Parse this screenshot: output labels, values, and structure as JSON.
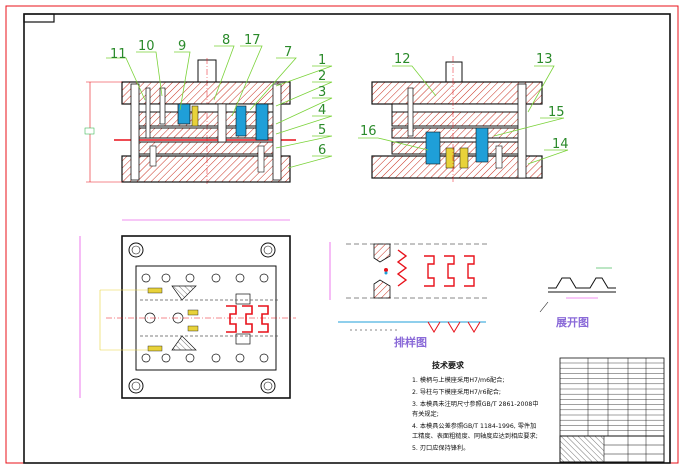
{
  "drawing": {
    "part_numbers": {
      "n1": "1",
      "n2": "2",
      "n3": "3",
      "n4": "4",
      "n5": "5",
      "n6": "6",
      "n7": "7",
      "n8": "8",
      "n9": "9",
      "n10": "10",
      "n11": "11",
      "n12": "12",
      "n13": "13",
      "n14": "14",
      "n15": "15",
      "n16": "16",
      "n17": "17"
    },
    "layout_title": "排样图",
    "unfold_title": "展开图",
    "tech_title": "技术要求",
    "tech_notes": [
      "1. 模柄与上模座采用H7/m6配合;",
      "2. 导柱与下模座采用H7/r6配合;",
      "3. 本模具未注明尺寸参照GB/T 2861-2008中",
      "   有关规定;",
      "4. 本模具公差参照GB/T 1184-1996, 零件加",
      "   工精度、表面粗糙度、同轴度应达到相应要求;",
      "5. 刃口应保持锋利。"
    ]
  },
  "colors": {
    "frame": "#e8111a",
    "hatch": "#c83020",
    "leader": "#7bd33a",
    "part": "#1f9fd8",
    "yellow": "#e8d23a",
    "dim": "#e020e0",
    "title_text": "#8a6ad8"
  }
}
